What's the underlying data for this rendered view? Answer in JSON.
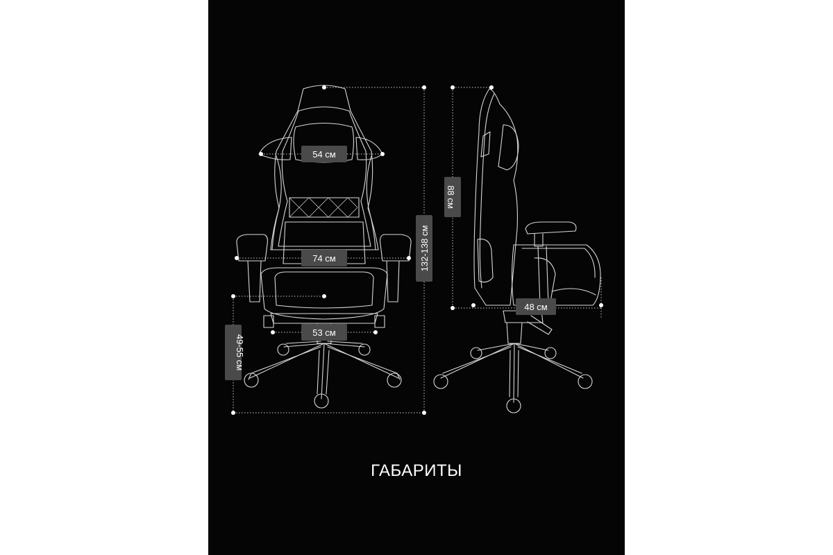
{
  "title": "ГАБАРИТЫ",
  "front_view": {
    "headrest_width": "54 см",
    "armrest_width": "74 см",
    "total_height": "132-138 см",
    "seat_height": "49-55 см",
    "base_width": "53 см"
  },
  "side_view": {
    "backrest_height": "88 см",
    "seat_depth": "48 см"
  },
  "colors": {
    "background": "#050505",
    "line": "#d9d9d9",
    "label_box": "#4a4a4a",
    "text": "#ffffff"
  }
}
